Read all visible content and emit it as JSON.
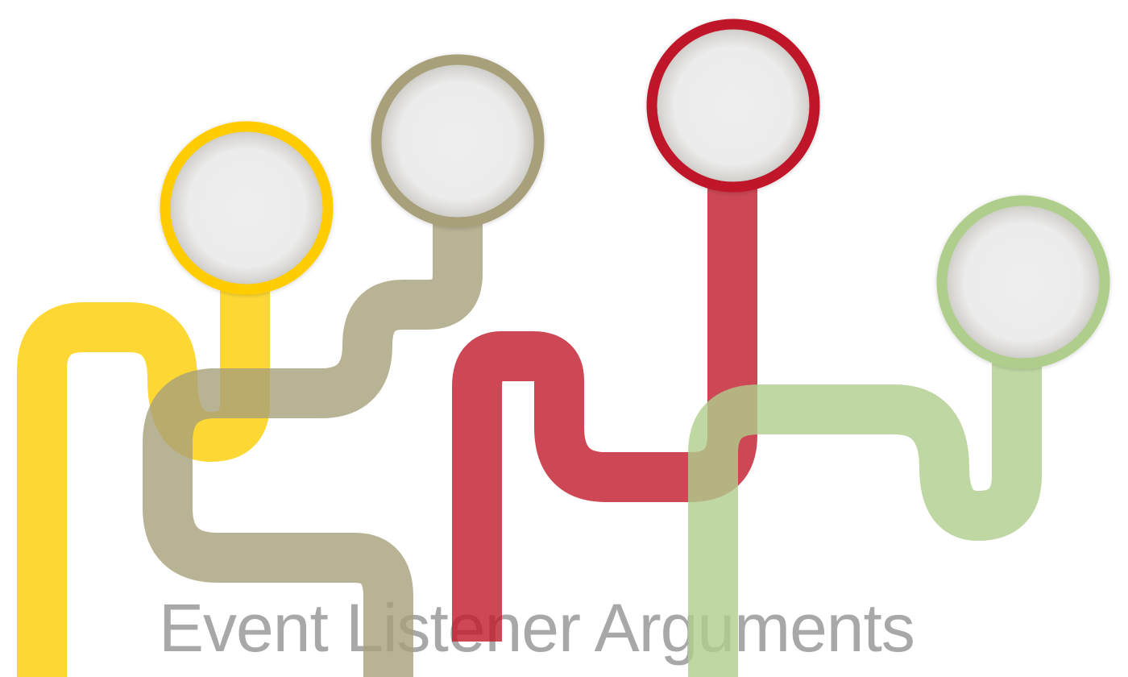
{
  "title": "Event Listener Arguments",
  "colors": {
    "yellow_ring": "#ffcc00",
    "yellow_pipe": "#fdd835",
    "khaki_ring": "#a8a07a",
    "khaki_pipe": "#b8b196",
    "red_ring": "#c0192b",
    "red_pipe": "#c8474f",
    "green_ring": "#afce8c",
    "green_pipe": "#bdd6a0",
    "title_text": "#a8a8a8",
    "button_face": "#ececec"
  },
  "nodes": [
    {
      "id": "yellow",
      "label": ""
    },
    {
      "id": "khaki",
      "label": ""
    },
    {
      "id": "red",
      "label": ""
    },
    {
      "id": "green",
      "label": ""
    }
  ]
}
